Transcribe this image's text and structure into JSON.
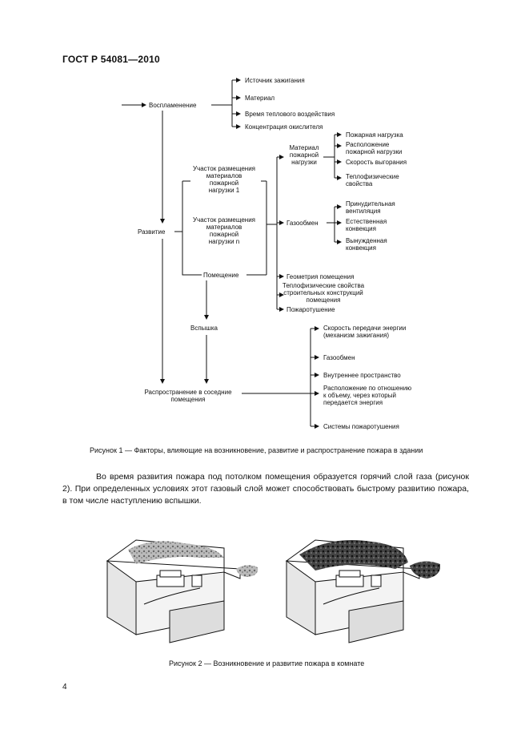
{
  "header": {
    "title": "ГОСТ Р 54081—2010"
  },
  "diagram": {
    "ignition": {
      "label": "Воспламенение",
      "factors": [
        "Источник зажигания",
        "Материал",
        "Время теплового воздействия",
        "Концентрация окислителя"
      ]
    },
    "development": {
      "label": "Развитие"
    },
    "zone1": [
      "Участок размещения",
      "материалов",
      "пожарной",
      "нагрузки 1"
    ],
    "zonen": [
      "Участок размещения",
      "материалов",
      "пожарной",
      "нагрузки n"
    ],
    "room": {
      "label": "Помещение"
    },
    "material_load": {
      "label": [
        "Материал",
        "пожарной",
        "нагрузки"
      ],
      "items": [
        [
          "Пожарная нагрузка"
        ],
        [
          "Расположение",
          "пожарной нагрузки"
        ],
        [
          "Скорость выгорания"
        ],
        [
          "Теплофизические",
          "свойства"
        ]
      ]
    },
    "gas_exchange": {
      "label": "Газообмен",
      "items": [
        [
          "Принудительная",
          "вентиляция"
        ],
        [
          "Естественная",
          "конвекция"
        ],
        [
          "Вынужденная",
          "конвекция"
        ]
      ]
    },
    "room_factors": [
      [
        "Геометрия помещения"
      ],
      [
        "Теплофизические свойства",
        "строительных конструкций",
        "помещения"
      ],
      [
        "Пожаротушение"
      ]
    ],
    "flashover": {
      "label": "Вспышка"
    },
    "spread": {
      "label": [
        "Распространение в соседние",
        "помещения"
      ],
      "factors": [
        [
          "Скорость передачи энергии",
          "(механизм зажигания)"
        ],
        [
          "Газообмен"
        ],
        [
          "Внутреннее пространство"
        ],
        [
          "Расположение по отношению",
          "к объему, через который",
          "передается энергия"
        ],
        [
          "Системы пожаротушения"
        ]
      ]
    }
  },
  "figure1_caption": "Рисунок  1 — Факторы, влияющие на возникновение, развитие и распространение пожара в здании",
  "paragraph": "Во время развития пожара под потолком помещения образуется горячий слой газа (рисунок 2). При определенных условиях этот газовый слой может способствовать быстрому развитию пожара, в том числе наступлению вспышки.",
  "figure2_caption": "Рисунок 2 — Возникновение и развитие пожара в комнате",
  "page_number": "4"
}
